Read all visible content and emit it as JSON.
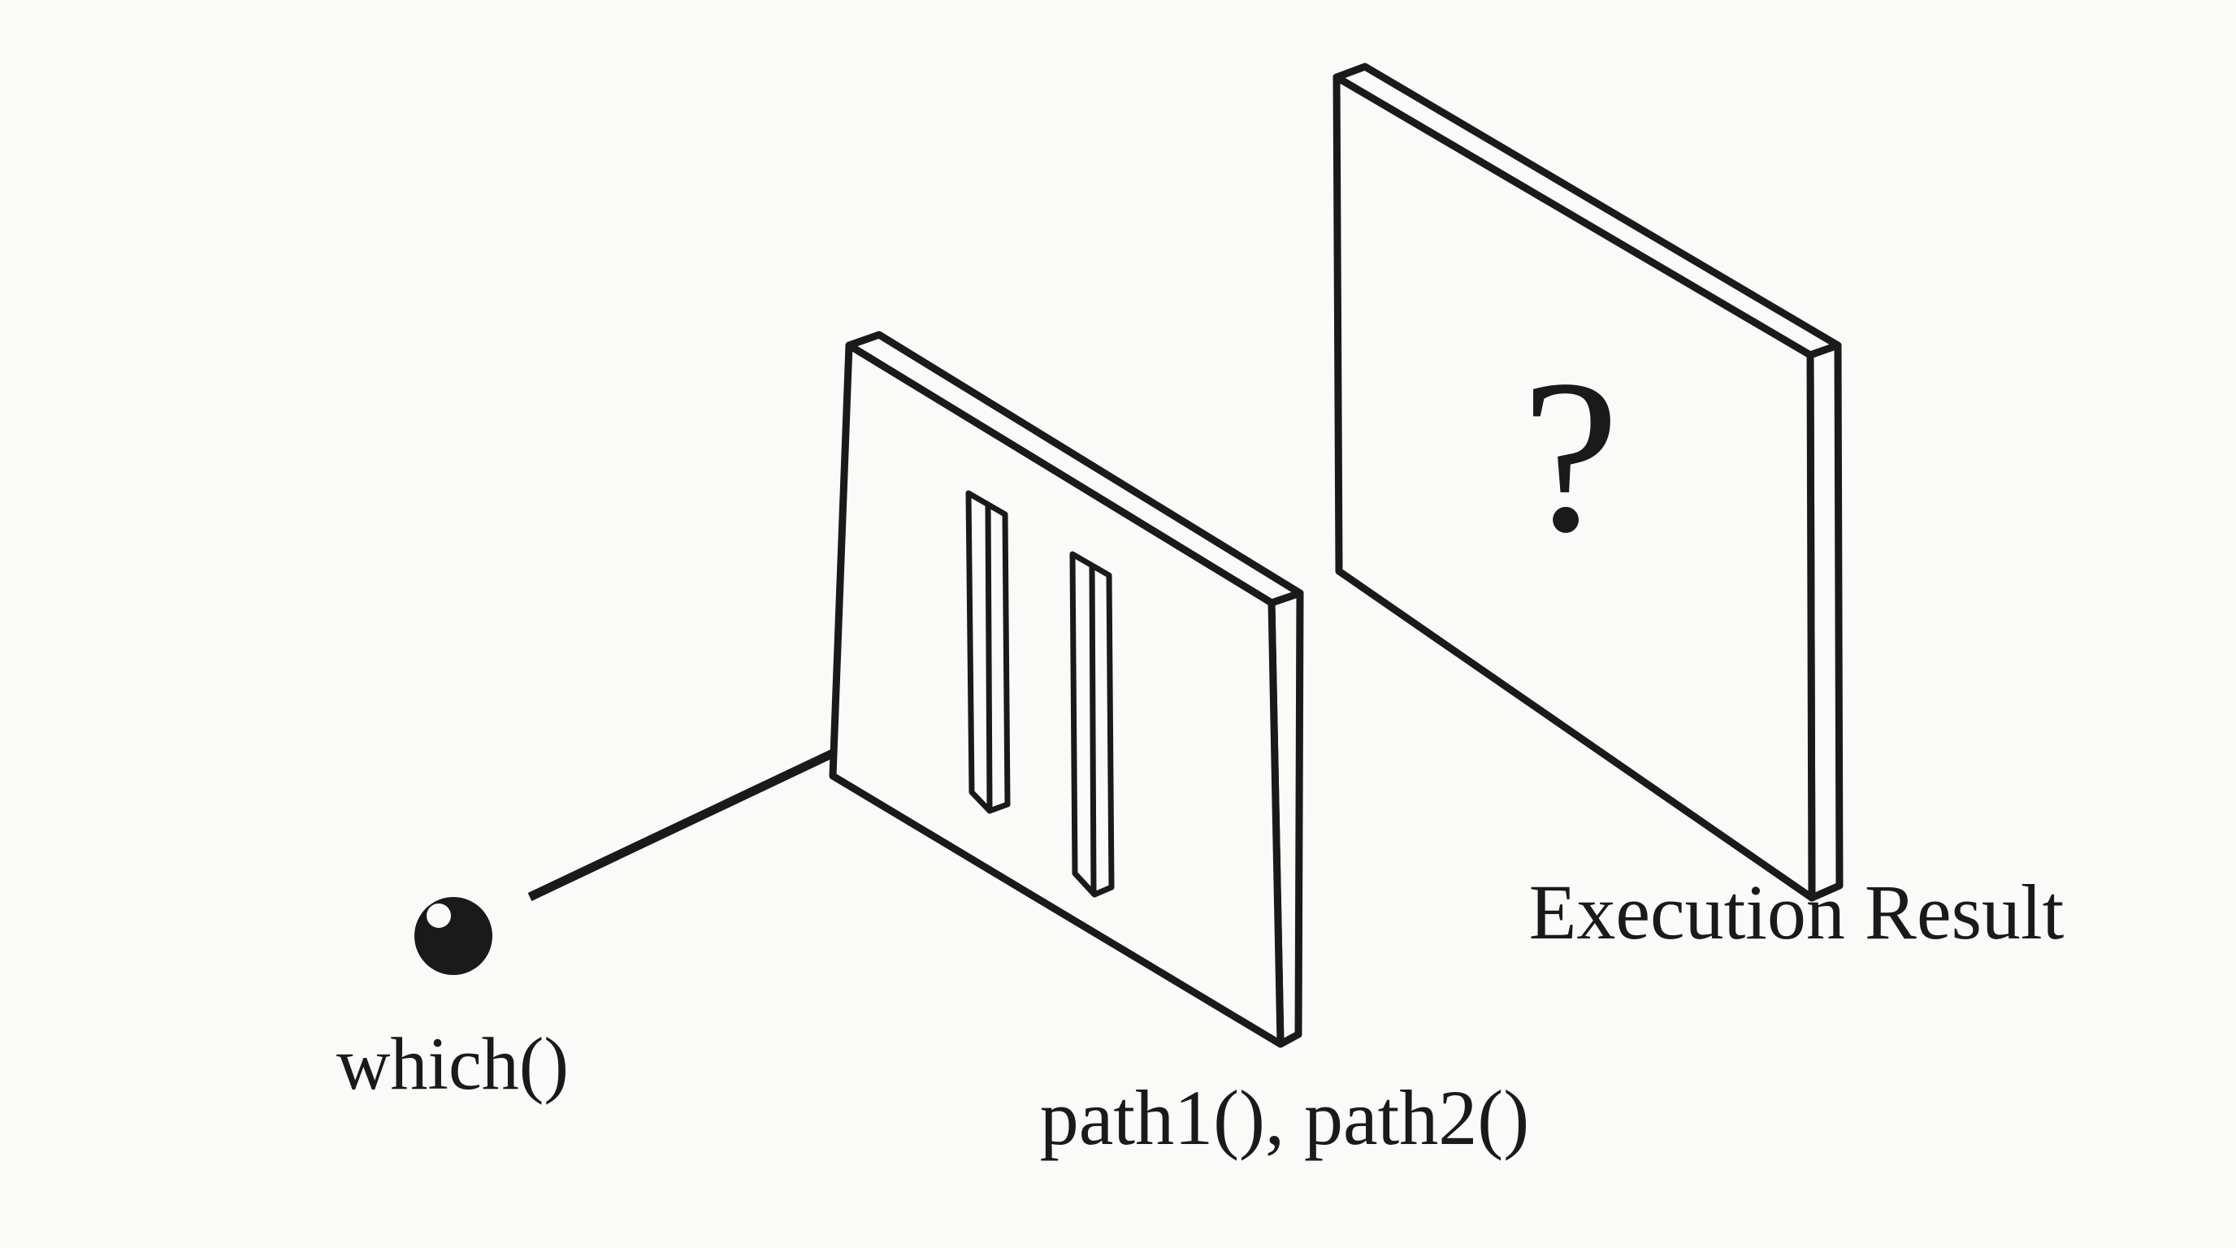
{
  "scene": {
    "background_color": "#fafaf8",
    "ink_color": "#1a1a1a",
    "description": "Double-slit experiment style diagram: a particle labeled which() travels along an arrow toward a plate with two vertical slits labeled path1(), path2(); behind it stands a result screen bearing a question mark labeled Execution Result."
  },
  "labels": {
    "particle": "which()",
    "slit_plate": "path1(), path2()",
    "result_screen": "Execution Result",
    "unknown_mark": "?"
  }
}
